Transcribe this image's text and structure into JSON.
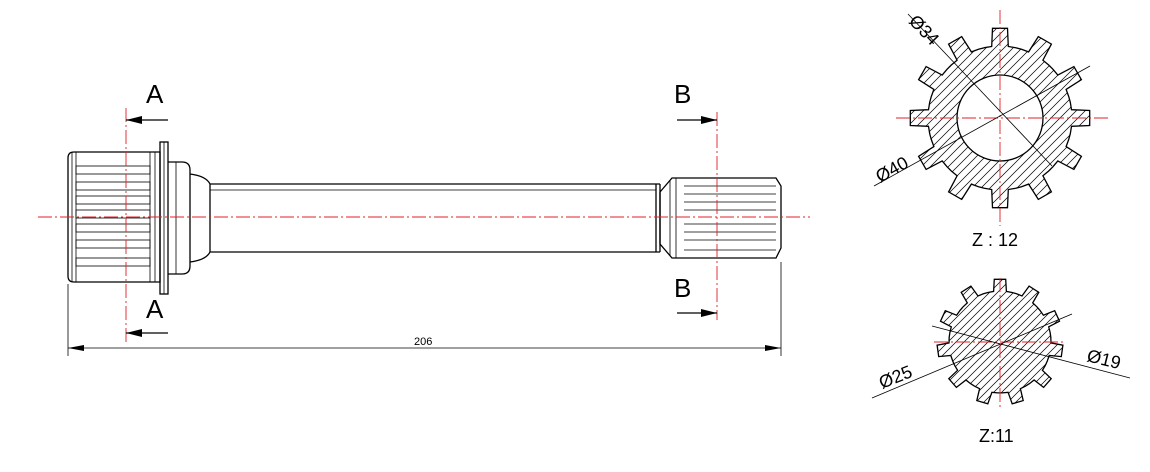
{
  "section_labels": {
    "a_top": "A",
    "a_bottom": "A",
    "b_top": "B",
    "b_bottom": "B"
  },
  "dimensions": {
    "overall_length": "206",
    "section_b": {
      "outer_diameter": "Ø34",
      "inner_diameter": "Ø40",
      "teeth": "Z  : 12"
    },
    "section_a": {
      "outer_diameter": "Ø25",
      "inner_diameter": "Ø19",
      "teeth": "Z:11"
    }
  },
  "colors": {
    "lines": "#000000",
    "center_lines": "#e0202a"
  }
}
